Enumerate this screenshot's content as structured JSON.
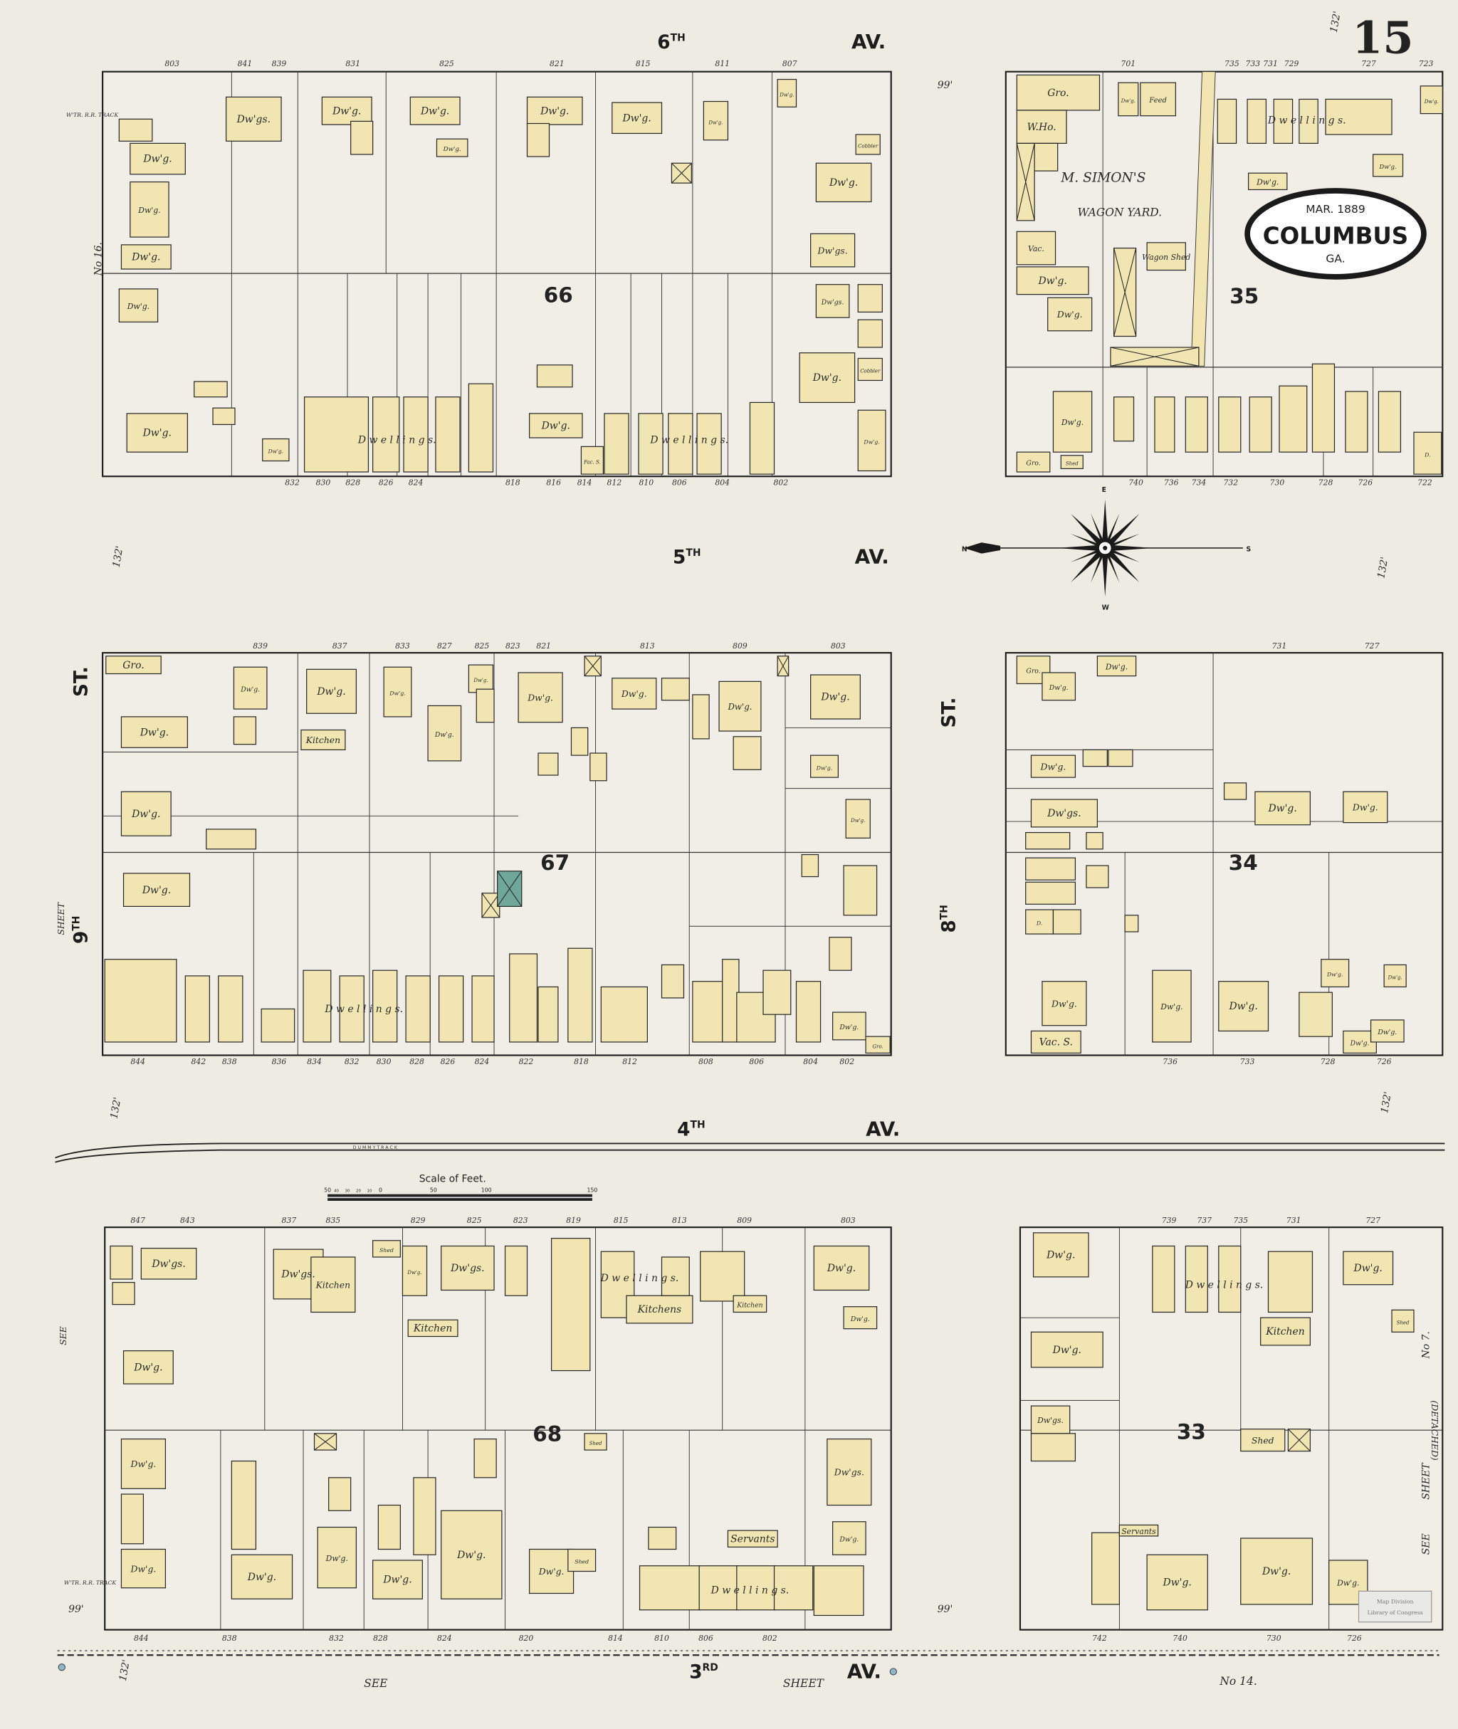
{
  "sheet": {
    "number": "15",
    "city": "COLUMBUS",
    "state": "GA.",
    "date": "MAR. 1889"
  },
  "streets": {
    "sixth": {
      "ord": "6",
      "sup": "TH",
      "suffix": "AV."
    },
    "fifth": {
      "ord": "5",
      "sup": "TH",
      "suffix": "AV."
    },
    "fourth": {
      "ord": "4",
      "sup": "TH",
      "suffix": "AV."
    },
    "third": {
      "ord": "3",
      "sup": "RD",
      "suffix": "AV."
    },
    "ninth": {
      "ord": "9",
      "sup": "TH",
      "suffix": "ST."
    },
    "eighth": {
      "ord": "8",
      "sup": "TH",
      "suffix": "ST."
    }
  },
  "blocks": {
    "b66": "66",
    "b35": "35",
    "b67": "67",
    "b34": "34",
    "b68": "68",
    "b33": "33"
  },
  "yard": {
    "line1": "M. SIMON'S",
    "line2": "WAGON YARD."
  },
  "track": {
    "dummy": "D U M M Y   T R A C K"
  },
  "scale": {
    "title": "Scale of Feet.",
    "ticks": [
      "50",
      "40",
      "30",
      "20",
      "10",
      "0",
      "50",
      "100",
      "150"
    ]
  },
  "compass": {
    "n": "N",
    "s": "S",
    "e": "E",
    "w": "W"
  },
  "refs": {
    "see": "SEE",
    "sheet": "SHEET",
    "no14": "No 14.",
    "no16": "No 16.",
    "no7": "No 7.",
    "detached": "(DETACHED)",
    "sheet_side": "SHEET",
    "see_side": "SEE",
    "wtr": "W'TR. R.R. TRACK"
  },
  "dims": {
    "d99": "99'",
    "d132": "132'"
  },
  "stamp": {
    "line1": "Map Division",
    "line2": "Library of Congress"
  },
  "labels": {
    "dwg": "Dw'g.",
    "dwgs": "Dw'gs.",
    "dwellings": "D w e l l i n g s.",
    "gro": "Gro.",
    "who": "W.Ho.",
    "feed": "Feed",
    "vac": "Vac.",
    "wshed": "Wagon Shed",
    "kitchen": "Kitchen",
    "kitchens": "Kitchens",
    "shed": "Shed",
    "fac": "Fac. S.",
    "cobbler": "Cobbler",
    "servants": "Servants",
    "vacs": "Vac. S.",
    "d": "D."
  },
  "addresses": {
    "b66_top": [
      "803",
      "841",
      "839",
      "831",
      "825",
      "821",
      "815",
      "811",
      "807"
    ],
    "b66_bot": [
      "832",
      "830",
      "828",
      "826",
      "824",
      "818",
      "816",
      "814",
      "812",
      "810",
      "806",
      "804",
      "802"
    ],
    "b35_top": [
      "701",
      "735",
      "733",
      "731",
      "729",
      "727",
      "723"
    ],
    "b35_bot": [
      "740",
      "736",
      "734",
      "732",
      "730",
      "728",
      "726",
      "722"
    ],
    "b67_top": [
      "839",
      "837",
      "833",
      "827",
      "825",
      "823",
      "821",
      "813",
      "809",
      "803"
    ],
    "b67_bot": [
      "844",
      "842",
      "838",
      "836",
      "834",
      "832",
      "830",
      "828",
      "826",
      "824",
      "822",
      "818",
      "812",
      "808",
      "806",
      "804",
      "802"
    ],
    "b34_top": [
      "731",
      "727"
    ],
    "b34_bot": [
      "736",
      "733",
      "728",
      "726"
    ],
    "b68_top": [
      "847",
      "843",
      "837",
      "835",
      "829",
      "825",
      "823",
      "819",
      "815",
      "813",
      "809",
      "803"
    ],
    "b68_bot": [
      "844",
      "838",
      "832",
      "828",
      "824",
      "820",
      "814",
      "810",
      "806",
      "802"
    ],
    "b33_top": [
      "739",
      "737",
      "735",
      "731",
      "727"
    ],
    "b33_bot": [
      "742",
      "740",
      "730",
      "726"
    ]
  },
  "colors": {
    "paper": "#eeece2",
    "frame": "#f1e6b2",
    "stone": "#6fa89a",
    "ink": "#2a2a2a",
    "hydrant": "#8fb7c9"
  }
}
